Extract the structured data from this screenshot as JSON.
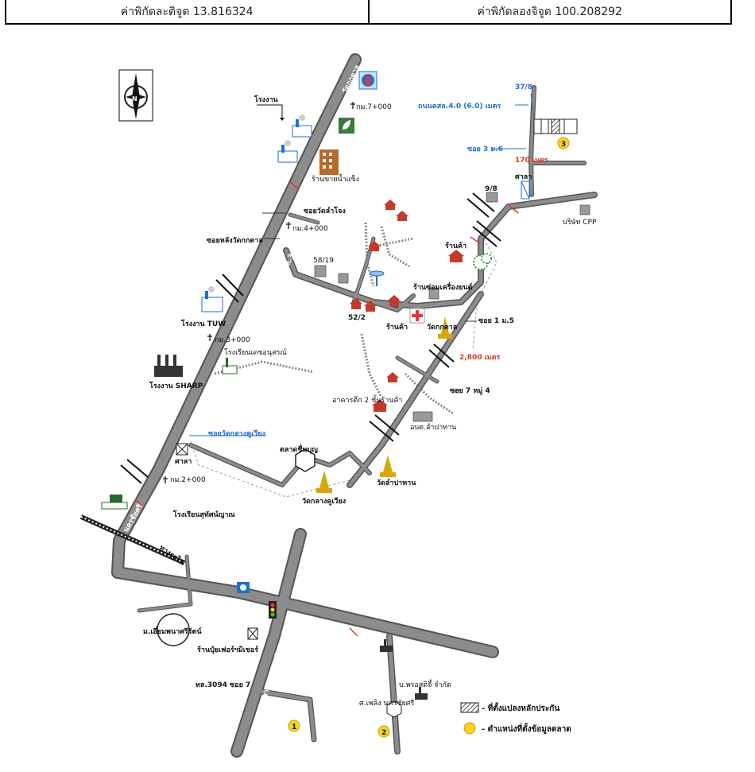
{
  "coords": {
    "lat": "ค่าพิกัดละติจูด 13.816324",
    "lon": "ค่าพิกัดลองจิจูด 100.208292"
  },
  "labels": {
    "factory": "โรงงาน",
    "km7": "กม.7+000",
    "ice_shop": "ร้านขายน้ำแข็ง",
    "soi_wat_lam_ngong": "ซอยวัดลำโจง",
    "km4": "กม.4+000",
    "soi_lang_wat": "ซอยหลังวัดกกตาล",
    "house_58_19": "58/19",
    "route_3233": "ถนนสายบางเลน(ทล.3233)",
    "tuw": "โรงงาน TUW",
    "km3": "กม.3+000",
    "school_1": "โรงเรียนเดชอนุสรณ์",
    "sharp": "โรงงาน SHARP",
    "soi_wat_klang": "ซอยวัดกลางคูเวียง",
    "sala_1": "ศาลา",
    "km2": "กม.2+000",
    "school_2": "โรงเรียนสุทัศน์ญาณ",
    "railway": "ทางรถไฟ",
    "nakhon_chaisi": "นครชัยศรี",
    "bld_37_8": "37/8",
    "road_concrete": "ถนนคสล.4.0 (6.0) เมตร",
    "soi3": "ซอย 3 ม.6",
    "dist_170": "170 เมตร",
    "sala_2": "ศาลา",
    "bld_9_8": "9/8",
    "cpp": "บริษัท CPP",
    "shop_1": "ร้านค้า",
    "repair_shop": "ร้านซ่อมเครื่องยนต์",
    "bld_52_2": "52/2",
    "shop_2": "ร้านค้า",
    "wat_kok_tan": "วัดกกตาล",
    "soi1": "ซอย 1 ม.5",
    "dist_2800": "2,800 เมตร",
    "soi7": "ซอย 7 หมู่ 4",
    "shophouse": "อาคารตึก 2 ชั้นร้านค้า",
    "sao": "อบต.ลำปาทาน",
    "market": "ตลาดชื่นบุญ",
    "wat_lam_pa_tan": "วัดลำปาทาน",
    "wat_klang": "วัดกลางคูเวียง",
    "roundabout": "ม.เอี่ยมพนาศรีรัตน์",
    "fair_shop": "ร้านปุ๋ยเฟอร์ฯมิเชอร์",
    "route_3094": "ถนนสาย นครชัยศรี (ทล.3094)",
    "tl3094_soi7": "ทล.3094 ซอย 7",
    "company": "บ.พรอสติจี้ จำกัด",
    "temple_bottom": "ศ.เพลิง นครชัยศรี",
    "wat_kt_top": "วัดกกตาล",
    "marker_1": "1",
    "marker_2": "2",
    "marker_3": "3"
  },
  "legend": {
    "hatched": "- ที่ตั้งแปลงหลักประกัน",
    "yellow": "- ตำแหน่งที่ตั้งข้อมูลตลาด"
  },
  "colors": {
    "road": "#8c8c8c",
    "road_edge": "#555555",
    "blue_text": "#1e6fd0",
    "red_text": "#d63a2a",
    "marker": "#f7d51d"
  }
}
